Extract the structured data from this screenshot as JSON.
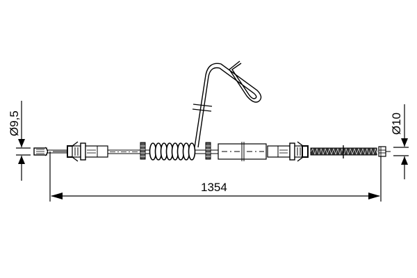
{
  "drawing": {
    "title": "Brake cable technical drawing",
    "line_color": "#000000",
    "background": "#ffffff",
    "dimensions": {
      "overall_length": "1354",
      "left_end_diameter": "Ø9,5",
      "right_end_diameter": "Ø10"
    },
    "components": [
      {
        "name": "left-end-nipple"
      },
      {
        "name": "left-sleeve-fitting"
      },
      {
        "name": "left-casing"
      },
      {
        "name": "spring-coil"
      },
      {
        "name": "mounting-bracket-wire"
      },
      {
        "name": "middle-casing"
      },
      {
        "name": "right-sleeve-fitting"
      },
      {
        "name": "right-spring-casing"
      },
      {
        "name": "right-end-nipple"
      }
    ]
  }
}
